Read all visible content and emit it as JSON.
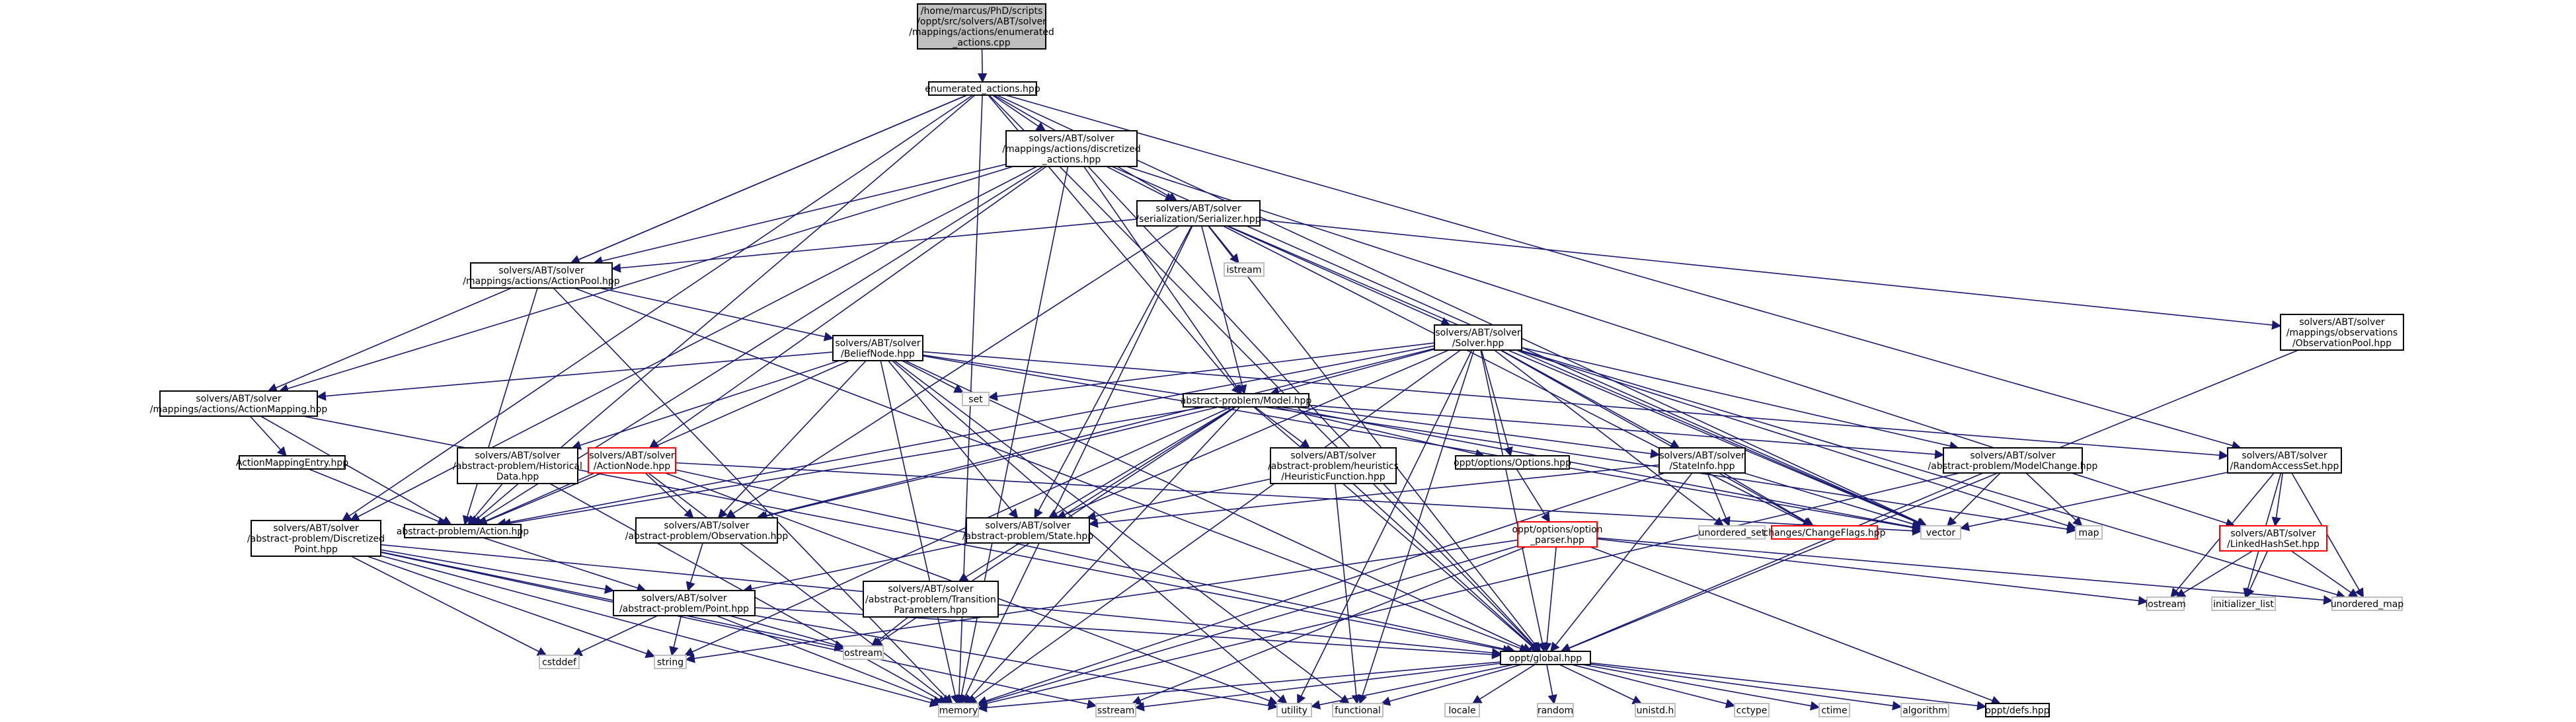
{
  "nodes": {
    "root": {
      "lines": [
        "/home/marcus/PhD/scripts",
        "/oppt/src/solvers/ABT/solver",
        "/mappings/actions/enumerated",
        "_actions.cpp"
      ],
      "style": "root"
    },
    "enum_h": {
      "lines": [
        "enumerated_actions.hpp"
      ],
      "style": "normal"
    },
    "disc_actions": {
      "lines": [
        "solvers/ABT/solver",
        "/mappings/actions/discretized",
        "_actions.hpp"
      ],
      "style": "normal"
    },
    "serializer": {
      "lines": [
        "solvers/ABT/solver",
        "/serialization/Serializer.hpp"
      ],
      "style": "normal"
    },
    "istream": {
      "lines": [
        "istream"
      ],
      "style": "external"
    },
    "actionpool": {
      "lines": [
        "solvers/ABT/solver",
        "/mappings/actions/ActionPool.hpp"
      ],
      "style": "normal"
    },
    "obspool": {
      "lines": [
        "solvers/ABT/solver",
        "/mappings/observations",
        "/ObservationPool.hpp"
      ],
      "style": "normal"
    },
    "beliefnode": {
      "lines": [
        "solvers/ABT/solver",
        "/BeliefNode.hpp"
      ],
      "style": "normal"
    },
    "solver": {
      "lines": [
        "solvers/ABT/solver",
        "/Solver.hpp"
      ],
      "style": "normal"
    },
    "actionmapping": {
      "lines": [
        "solvers/ABT/solver",
        "/mappings/actions/ActionMapping.hpp"
      ],
      "style": "normal"
    },
    "set": {
      "lines": [
        "set"
      ],
      "style": "external"
    },
    "model": {
      "lines": [
        "abstract-problem/Model.hpp"
      ],
      "style": "normal"
    },
    "actmapentry": {
      "lines": [
        "ActionMappingEntry.hpp"
      ],
      "style": "normal"
    },
    "histdata": {
      "lines": [
        "solvers/ABT/solver",
        "/abstract-problem/Historical",
        "Data.hpp"
      ],
      "style": "normal"
    },
    "actionnode": {
      "lines": [
        "solvers/ABT/solver",
        "/ActionNode.hpp"
      ],
      "style": "red"
    },
    "heuristic": {
      "lines": [
        "solvers/ABT/solver",
        "/abstract-problem/heuristics",
        "/HeuristicFunction.hpp"
      ],
      "style": "normal"
    },
    "options": {
      "lines": [
        "oppt/options/Options.hpp"
      ],
      "style": "normal"
    },
    "stateinfo": {
      "lines": [
        "solvers/ABT/solver",
        "/StateInfo.hpp"
      ],
      "style": "normal"
    },
    "modelchange": {
      "lines": [
        "solvers/ABT/solver",
        "/abstract-problem/ModelChange.hpp"
      ],
      "style": "normal"
    },
    "randomaccess": {
      "lines": [
        "solvers/ABT/solver",
        "/RandomAccessSet.hpp"
      ],
      "style": "normal"
    },
    "action": {
      "lines": [
        "abstract-problem/Action.hpp"
      ],
      "style": "normal"
    },
    "observation": {
      "lines": [
        "solvers/ABT/solver",
        "/abstract-problem/Observation.hpp"
      ],
      "style": "normal"
    },
    "state": {
      "lines": [
        "solvers/ABT/solver",
        "/abstract-problem/State.hpp"
      ],
      "style": "normal"
    },
    "optparser": {
      "lines": [
        "oppt/options/option",
        "_parser.hpp"
      ],
      "style": "red"
    },
    "unordered_set": {
      "lines": [
        "unordered_set"
      ],
      "style": "external"
    },
    "changeflags": {
      "lines": [
        "changes/ChangeFlags.hpp"
      ],
      "style": "red"
    },
    "vector": {
      "lines": [
        "vector"
      ],
      "style": "external"
    },
    "map": {
      "lines": [
        "map"
      ],
      "style": "external"
    },
    "linkedhash": {
      "lines": [
        "solvers/ABT/solver",
        "/LinkedHashSet.hpp"
      ],
      "style": "red"
    },
    "discpoint": {
      "lines": [
        "solvers/ABT/solver",
        "/abstract-problem/Discretized",
        "Point.hpp"
      ],
      "style": "normal"
    },
    "point": {
      "lines": [
        "solvers/ABT/solver",
        "/abstract-problem/Point.hpp"
      ],
      "style": "normal"
    },
    "transition": {
      "lines": [
        "solvers/ABT/solver",
        "/abstract-problem/Transition",
        "Parameters.hpp"
      ],
      "style": "normal"
    },
    "iostream": {
      "lines": [
        "iostream"
      ],
      "style": "external"
    },
    "initlist": {
      "lines": [
        "initializer_list"
      ],
      "style": "external"
    },
    "unordered_map": {
      "lines": [
        "unordered_map"
      ],
      "style": "external"
    },
    "cstddef": {
      "lines": [
        "cstddef"
      ],
      "style": "external"
    },
    "string": {
      "lines": [
        "string"
      ],
      "style": "external"
    },
    "ostream": {
      "lines": [
        "ostream"
      ],
      "style": "external"
    },
    "global": {
      "lines": [
        "oppt/global.hpp"
      ],
      "style": "normal"
    },
    "memory": {
      "lines": [
        "memory"
      ],
      "style": "external"
    },
    "sstream": {
      "lines": [
        "sstream"
      ],
      "style": "external"
    },
    "utility": {
      "lines": [
        "utility"
      ],
      "style": "external"
    },
    "functional": {
      "lines": [
        "functional"
      ],
      "style": "external"
    },
    "locale": {
      "lines": [
        "locale"
      ],
      "style": "external"
    },
    "random": {
      "lines": [
        "random"
      ],
      "style": "external"
    },
    "unistd": {
      "lines": [
        "unistd.h"
      ],
      "style": "external"
    },
    "cctype": {
      "lines": [
        "cctype"
      ],
      "style": "external"
    },
    "ctime": {
      "lines": [
        "ctime"
      ],
      "style": "external"
    },
    "algorithm": {
      "lines": [
        "algorithm"
      ],
      "style": "external"
    },
    "defs": {
      "lines": [
        "oppt/defs.hpp"
      ],
      "style": "normal"
    }
  },
  "edges": [
    [
      "root",
      "enum_h"
    ],
    [
      "enum_h",
      "disc_actions"
    ],
    [
      "enum_h",
      "serializer"
    ],
    [
      "enum_h",
      "actionpool"
    ],
    [
      "enum_h",
      "actionmapping"
    ],
    [
      "enum_h",
      "model"
    ],
    [
      "enum_h",
      "action"
    ],
    [
      "enum_h",
      "discpoint"
    ],
    [
      "enum_h",
      "vector"
    ],
    [
      "enum_h",
      "memory"
    ],
    [
      "enum_h",
      "global"
    ],
    [
      "enum_h",
      "randomaccess"
    ],
    [
      "disc_actions",
      "serializer"
    ],
    [
      "disc_actions",
      "actionpool"
    ],
    [
      "disc_actions",
      "actionmapping"
    ],
    [
      "disc_actions",
      "model"
    ],
    [
      "disc_actions",
      "actionnode"
    ],
    [
      "disc_actions",
      "action"
    ],
    [
      "disc_actions",
      "discpoint"
    ],
    [
      "disc_actions",
      "vector"
    ],
    [
      "disc_actions",
      "memory"
    ],
    [
      "disc_actions",
      "global"
    ],
    [
      "disc_actions",
      "linkedhash"
    ],
    [
      "serializer",
      "istream"
    ],
    [
      "serializer",
      "actionpool"
    ],
    [
      "serializer",
      "obspool"
    ],
    [
      "serializer",
      "solver"
    ],
    [
      "serializer",
      "model"
    ],
    [
      "serializer",
      "observation"
    ],
    [
      "serializer",
      "state"
    ],
    [
      "serializer",
      "vector"
    ],
    [
      "serializer",
      "memory"
    ],
    [
      "serializer",
      "global"
    ],
    [
      "serializer",
      "changeflags"
    ],
    [
      "actionpool",
      "beliefnode"
    ],
    [
      "actionpool",
      "action"
    ],
    [
      "actionpool",
      "memory"
    ],
    [
      "actionpool",
      "global"
    ],
    [
      "obspool",
      "global"
    ],
    [
      "beliefnode",
      "actionmapping"
    ],
    [
      "beliefnode",
      "set"
    ],
    [
      "beliefnode",
      "histdata"
    ],
    [
      "beliefnode",
      "action"
    ],
    [
      "beliefnode",
      "observation"
    ],
    [
      "beliefnode",
      "state"
    ],
    [
      "beliefnode",
      "vector"
    ],
    [
      "beliefnode",
      "map"
    ],
    [
      "beliefnode",
      "memory"
    ],
    [
      "beliefnode",
      "utility"
    ],
    [
      "beliefnode",
      "functional"
    ],
    [
      "beliefnode",
      "global"
    ],
    [
      "beliefnode",
      "randomaccess"
    ],
    [
      "solver",
      "set"
    ],
    [
      "solver",
      "model"
    ],
    [
      "solver",
      "options"
    ],
    [
      "solver",
      "stateinfo"
    ],
    [
      "solver",
      "modelchange"
    ],
    [
      "solver",
      "action"
    ],
    [
      "solver",
      "observation"
    ],
    [
      "solver",
      "state"
    ],
    [
      "solver",
      "changeflags"
    ],
    [
      "solver",
      "unordered_set"
    ],
    [
      "solver",
      "vector"
    ],
    [
      "solver",
      "map"
    ],
    [
      "solver",
      "memory"
    ],
    [
      "solver",
      "utility"
    ],
    [
      "solver",
      "functional"
    ],
    [
      "solver",
      "global"
    ],
    [
      "solver",
      "unordered_map"
    ],
    [
      "actionmapping",
      "actmapentry"
    ],
    [
      "actionmapping",
      "action"
    ],
    [
      "actionmapping",
      "global"
    ],
    [
      "actmapentry",
      "action"
    ],
    [
      "model",
      "action"
    ],
    [
      "model",
      "observation"
    ],
    [
      "model",
      "state"
    ],
    [
      "model",
      "heuristic"
    ],
    [
      "model",
      "options"
    ],
    [
      "model",
      "stateinfo"
    ],
    [
      "model",
      "modelchange"
    ],
    [
      "model",
      "transition"
    ],
    [
      "model",
      "vector"
    ],
    [
      "model",
      "memory"
    ],
    [
      "model",
      "ostream"
    ],
    [
      "model",
      "global"
    ],
    [
      "model",
      "string"
    ],
    [
      "histdata",
      "action"
    ],
    [
      "histdata",
      "memory"
    ],
    [
      "actionnode",
      "action"
    ],
    [
      "actionnode",
      "observation"
    ],
    [
      "actionnode",
      "memory"
    ],
    [
      "actionnode",
      "utility"
    ],
    [
      "actionnode",
      "global"
    ],
    [
      "actionnode",
      "vector"
    ],
    [
      "heuristic",
      "state"
    ],
    [
      "heuristic",
      "functional"
    ],
    [
      "heuristic",
      "global"
    ],
    [
      "options",
      "optparser"
    ],
    [
      "stateinfo",
      "state"
    ],
    [
      "stateinfo",
      "unordered_set"
    ],
    [
      "stateinfo",
      "changeflags"
    ],
    [
      "stateinfo",
      "memory"
    ],
    [
      "stateinfo",
      "global"
    ],
    [
      "stateinfo",
      "vector"
    ],
    [
      "modelchange",
      "vector"
    ],
    [
      "modelchange",
      "map"
    ],
    [
      "modelchange",
      "memory"
    ],
    [
      "modelchange",
      "global"
    ],
    [
      "randomaccess",
      "vector"
    ],
    [
      "randomaccess",
      "unordered_map"
    ],
    [
      "randomaccess",
      "iostream"
    ],
    [
      "randomaccess",
      "initlist"
    ],
    [
      "randomaccess",
      "linkedhash"
    ],
    [
      "linkedhash",
      "iostream"
    ],
    [
      "linkedhash",
      "initlist"
    ],
    [
      "linkedhash",
      "unordered_map"
    ],
    [
      "action",
      "point"
    ],
    [
      "observation",
      "point"
    ],
    [
      "state",
      "point"
    ],
    [
      "discpoint",
      "point"
    ],
    [
      "discpoint",
      "cstddef"
    ],
    [
      "discpoint",
      "string"
    ],
    [
      "discpoint",
      "ostream"
    ],
    [
      "discpoint",
      "memory"
    ],
    [
      "discpoint",
      "global"
    ],
    [
      "discpoint",
      "sstream"
    ],
    [
      "point",
      "cstddef"
    ],
    [
      "point",
      "string"
    ],
    [
      "point",
      "ostream"
    ],
    [
      "point",
      "memory"
    ],
    [
      "point",
      "global"
    ],
    [
      "point",
      "utility"
    ],
    [
      "transition",
      "ostream"
    ],
    [
      "optparser",
      "iostream"
    ],
    [
      "optparser",
      "sstream"
    ],
    [
      "optparser",
      "string"
    ],
    [
      "optparser",
      "memory"
    ],
    [
      "optparser",
      "defs"
    ],
    [
      "optparser",
      "global"
    ],
    [
      "optparser",
      "unordered_map"
    ],
    [
      "global",
      "memory"
    ],
    [
      "global",
      "sstream"
    ],
    [
      "global",
      "utility"
    ],
    [
      "global",
      "functional"
    ],
    [
      "global",
      "locale"
    ],
    [
      "global",
      "random"
    ],
    [
      "global",
      "unistd"
    ],
    [
      "global",
      "cctype"
    ],
    [
      "global",
      "ctime"
    ],
    [
      "global",
      "algorithm"
    ],
    [
      "global",
      "defs"
    ]
  ],
  "colors": {
    "edge": "#191970",
    "node_border": "#000000",
    "red_border": "#ff0000",
    "external_border": "#bfbfbf",
    "root_fill": "#bfbfbf",
    "node_fill": "#ffffff"
  }
}
